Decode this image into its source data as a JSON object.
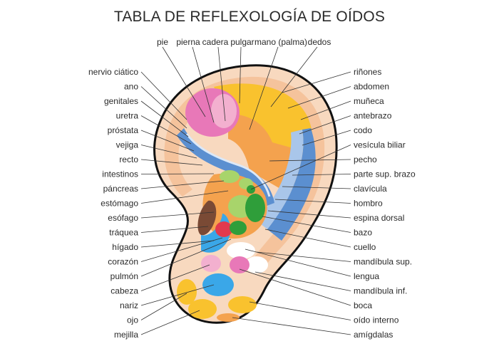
{
  "title": "TABLA DE REFLEXOLOGÍA DE OÍDOS",
  "top_labels": [
    "pie",
    "pierna",
    "cadera",
    "pulgar",
    "mano (palma)",
    "dedos"
  ],
  "left_labels": [
    "nervio ciático",
    "ano",
    "genitales",
    "uretra",
    "próstata",
    "vejiga",
    "recto",
    "intestinos",
    "páncreas",
    "estómago",
    "esófago",
    "tráquea",
    "hígado",
    "corazón",
    "pulmón",
    "cabeza",
    "nariz",
    "ojo",
    "mejilla"
  ],
  "right_labels": [
    "riñones",
    "abdomen",
    "muñeca",
    "antebrazo",
    "codo",
    "vesícula biliar",
    "pecho",
    "parte sup. brazo",
    "clavícula",
    "hombro",
    "espina dorsal",
    "bazo",
    "cuello",
    "mandíbula sup.",
    "lengua",
    "mandíbula inf.",
    "boca",
    "oído interno",
    "amígdalas"
  ],
  "colors": {
    "outline": "#111111",
    "skin": "#f8d9bf",
    "peach": "#f5c39c",
    "orange": "#f4a24e",
    "yellow": "#f9c22e",
    "pink": "#e878b8",
    "light_pink": "#f3b0cf",
    "blue": "#5b8fd0",
    "light_blue": "#a9c6ea",
    "cyan": "#3aa7e8",
    "green": "#2f9e3a",
    "light_green": "#a8d46b",
    "red": "#e23a4e",
    "brown": "#7a4a35"
  }
}
